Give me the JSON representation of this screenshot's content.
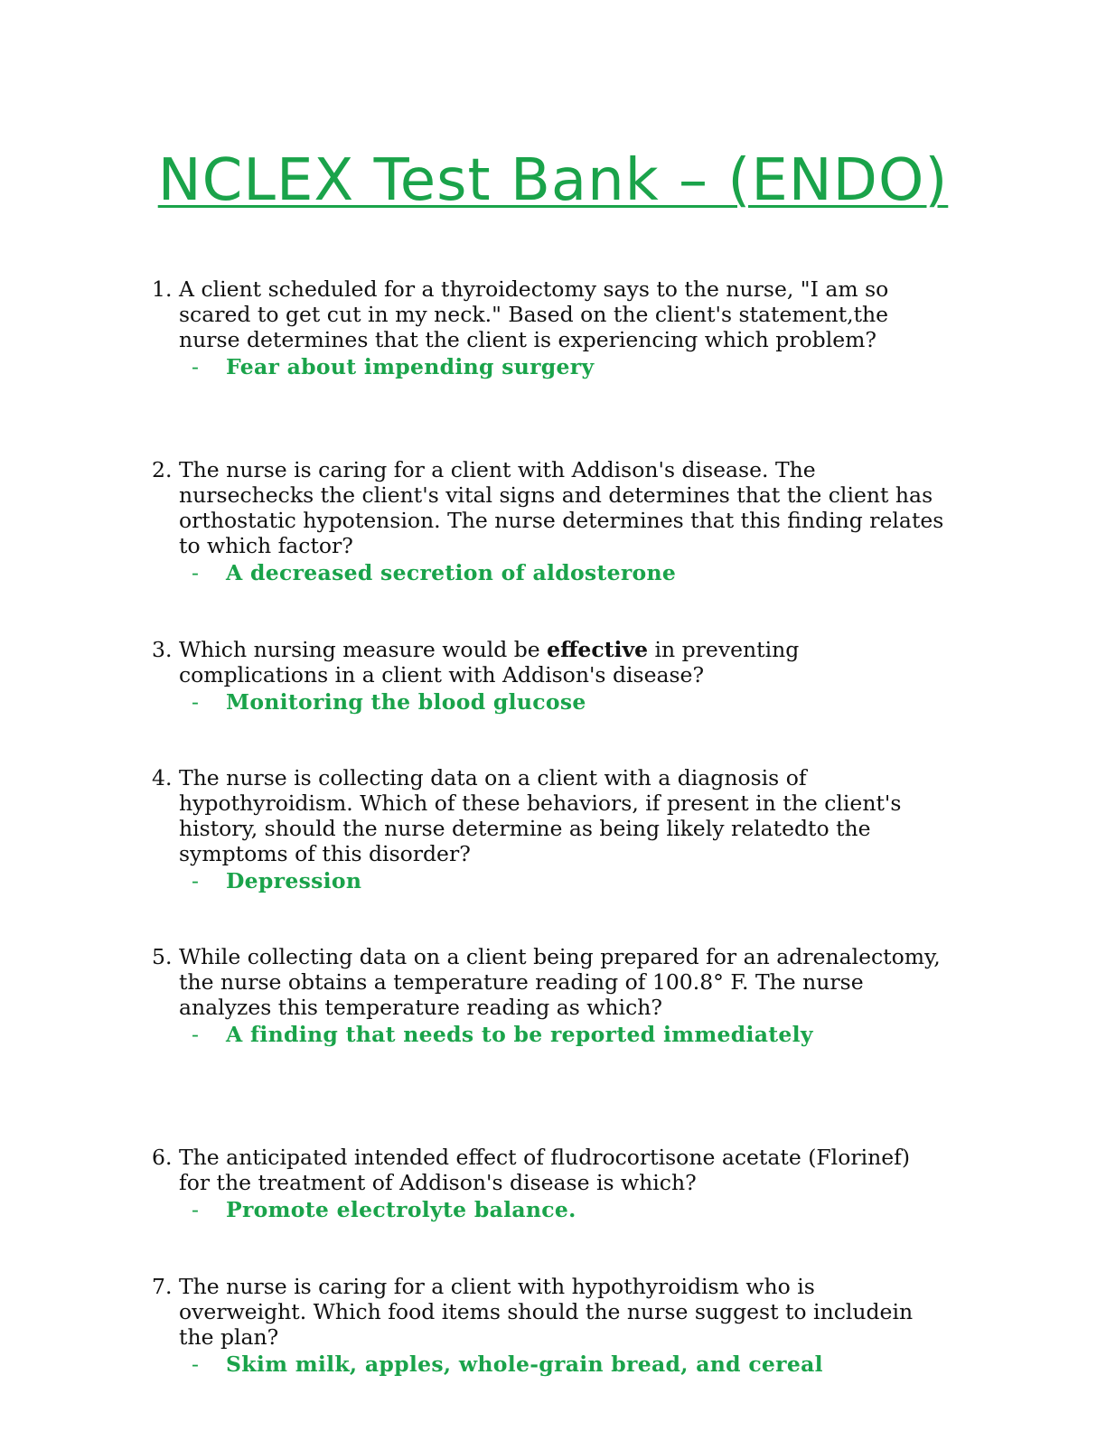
{
  "title": "NCLEX Test Bank – (ENDO)",
  "questions": [
    {
      "number": "1.",
      "parts": [
        "A client scheduled for a thyroidectomy says to the nurse, \"I am so scared to get cut in my neck.\" Based on the client's statement,the nurse determines that the client is experiencing which problem?"
      ],
      "answer": "Fear about impending surgery"
    },
    {
      "number": "2.",
      "parts": [
        "The nurse is caring for a client with Addison's disease. The nursechecks the client's vital signs and determines that the client has orthostatic hypotension. The nurse determines that this finding relates to which factor?"
      ],
      "answer": "A decreased secretion of aldosterone"
    },
    {
      "number": "3.",
      "before": "Which nursing measure would be ",
      "emphasis": "effective",
      "after": " in preventing complications in a client with Addison's disease?",
      "answer": "Monitoring the blood glucose"
    },
    {
      "number": "4.",
      "parts": [
        "The nurse is collecting data on a client with a diagnosis of hypothyroidism. Which of these behaviors, if present in the client's history, should the nurse determine as being likely relatedto the symptoms of this disorder?"
      ],
      "answer": "Depression"
    },
    {
      "number": "5.",
      "parts": [
        "While collecting data on a client being prepared for an adrenalectomy, the nurse obtains a temperature reading of 100.8° F. The nurse analyzes this temperature reading as which?"
      ],
      "answer": "A finding that needs to be reported immediately"
    },
    {
      "number": "6.",
      "parts": [
        "The anticipated intended effect of fludrocortisone acetate (Florinef) for the treatment of Addison's disease is which?"
      ],
      "answer": "Promote electrolyte balance."
    },
    {
      "number": "7.",
      "parts": [
        "The nurse is caring for a client with hypothyroidism who is overweight. Which food items should the nurse suggest to includein the plan?"
      ],
      "answer": "Skim milk, apples, whole-grain bread, and cereal"
    }
  ],
  "colors": {
    "accent": "#1aa34a",
    "text": "#111111"
  }
}
